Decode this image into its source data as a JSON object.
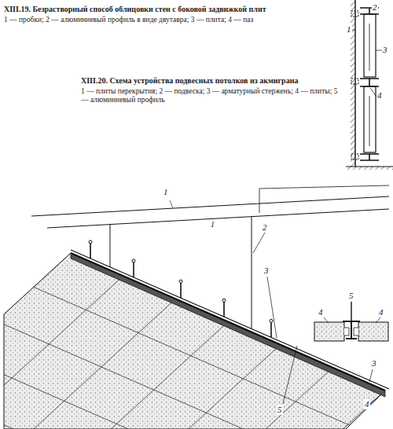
{
  "diagram": {
    "labels": [
      "XIII.19. Безрастворный способ облицовки стен с боковой задвижкой плит",
      "1 — пробки; 2 — алюминиевый профиль в виде двутавра; 3 — плита; 4 — паз",
      "XIII.20. Схема устройства подвесных потолков из акмиграна",
      "1 — плиты перекрытия; 2 — подвеска; 3 — арматурный стержень; 4 — плиты; 5 — алюминиевый профиль",
      "2",
      "1",
      "3",
      "4",
      "1",
      "1",
      "2",
      "3",
      "4",
      "5",
      "4",
      "3",
      "4",
      "5"
    ]
  }
}
